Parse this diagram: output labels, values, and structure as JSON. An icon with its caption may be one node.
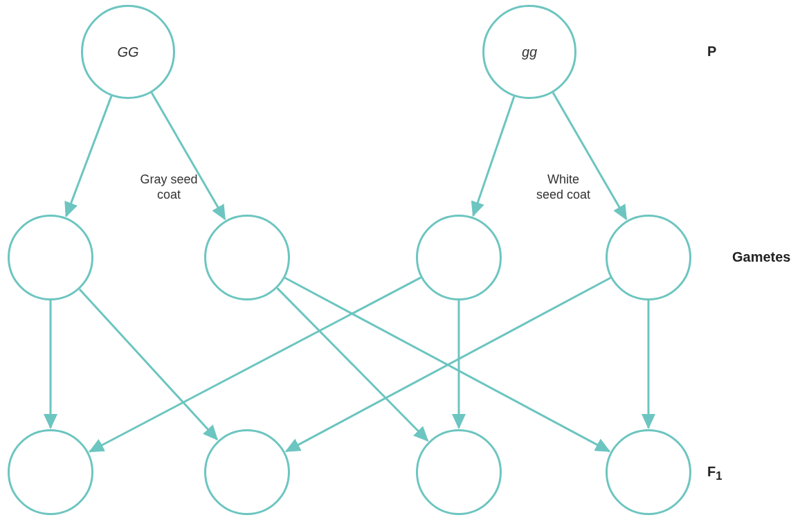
{
  "diagram": {
    "nodes": [
      {
        "text": [
          "GG"
        ]
      },
      {
        "text": [
          "gg"
        ]
      },
      {
        "text": [],
        "shape": "circle"
      },
      {
        "text": [],
        "shape": "circle"
      },
      {
        "text": [],
        "shape": "circle"
      },
      {
        "text": [],
        "shape": "circle"
      },
      {
        "text": [],
        "shape": "circle"
      },
      {
        "text": [],
        "shape": "circle"
      },
      {
        "text": [],
        "shape": "circle"
      },
      {
        "text": [],
        "shape": "circle"
      }
    ],
    "edges": [
      {
        "from": 0,
        "to": 2,
        "arrow": "to"
      },
      {
        "from": 0,
        "to": 3,
        "arrow": "to"
      },
      {
        "from": 1,
        "to": 4,
        "arrow": "to"
      },
      {
        "from": 1,
        "to": 5,
        "arrow": "to"
      },
      {
        "from": 2,
        "to": 6,
        "arrow": "to"
      },
      {
        "from": 2,
        "to": 7,
        "arrow": "to"
      },
      {
        "from": 3,
        "to": 8,
        "arrow": "to"
      },
      {
        "from": 3,
        "to": 9,
        "arrow": "to"
      },
      {
        "from": 4,
        "to": 6,
        "arrow": "to"
      },
      {
        "from": 4,
        "to": 8,
        "arrow": "to"
      },
      {
        "from": 5,
        "to": 7,
        "arrow": "to"
      },
      {
        "from": 5,
        "to": 9,
        "arrow": "to"
      }
    ],
    "labels": [
      "P",
      "Gray seed coat",
      "White seed coat",
      "Gametes",
      "F$_{1}$"
    ]
  }
}
